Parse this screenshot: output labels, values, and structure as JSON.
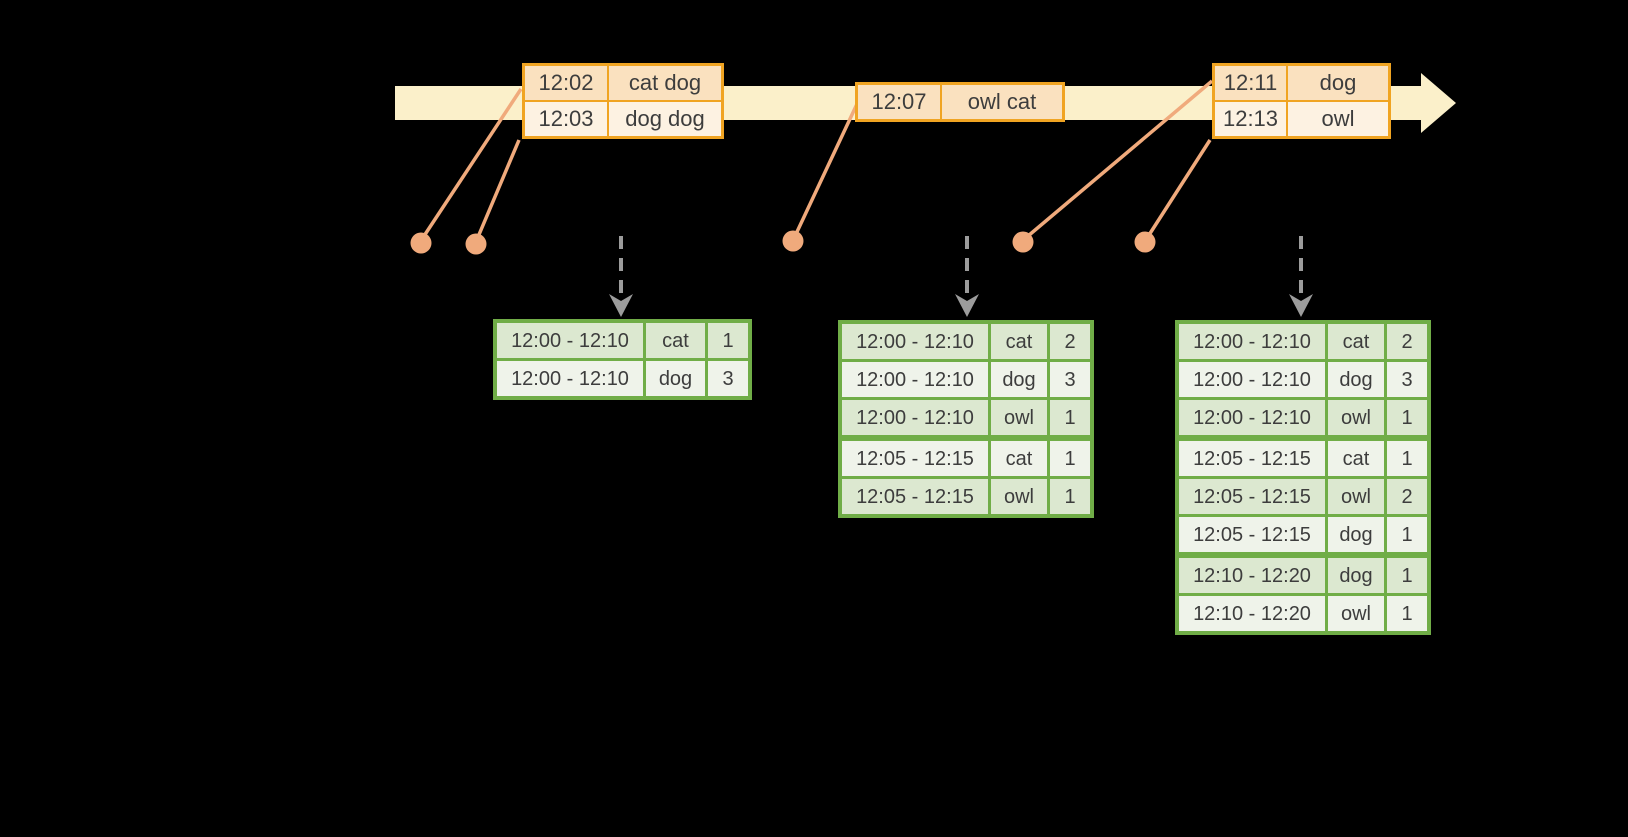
{
  "palette": {
    "background": "#000000",
    "timeline_fill": "#FBF0CA",
    "event_border": "#F0A422",
    "event_row_dark": "#FAE1BF",
    "event_row_light": "#FDF2E2",
    "marker_orange": "#F0AA7C",
    "result_border": "#70AD47",
    "result_row_dark": "#DCE8D0",
    "result_row_light": "#EFF3EA",
    "trigger_arrow_gray": "#9C9C9C",
    "text": "#3D3D3D"
  },
  "timeline": {
    "event_tables": [
      {
        "rows": [
          {
            "time": "12:02",
            "words": "cat dog"
          },
          {
            "time": "12:03",
            "words": "dog dog"
          }
        ]
      },
      {
        "rows": [
          {
            "time": "12:07",
            "words": "owl cat"
          }
        ]
      },
      {
        "rows": [
          {
            "time": "12:11",
            "words": "dog"
          },
          {
            "time": "12:13",
            "words": "owl"
          }
        ]
      }
    ]
  },
  "result_tables": [
    {
      "rows": [
        {
          "window": "12:00 - 12:10",
          "word": "cat",
          "count": "1"
        },
        {
          "window": "12:00 - 12:10",
          "word": "dog",
          "count": "3"
        }
      ]
    },
    {
      "rows": [
        {
          "window": "12:00 - 12:10",
          "word": "cat",
          "count": "2"
        },
        {
          "window": "12:00 - 12:10",
          "word": "dog",
          "count": "3"
        },
        {
          "window": "12:00 - 12:10",
          "word": "owl",
          "count": "1"
        },
        {
          "window": "12:05 - 12:15",
          "word": "cat",
          "count": "1",
          "group_start": true
        },
        {
          "window": "12:05 - 12:15",
          "word": "owl",
          "count": "1"
        }
      ]
    },
    {
      "rows": [
        {
          "window": "12:00 - 12:10",
          "word": "cat",
          "count": "2"
        },
        {
          "window": "12:00 - 12:10",
          "word": "dog",
          "count": "3"
        },
        {
          "window": "12:00 - 12:10",
          "word": "owl",
          "count": "1"
        },
        {
          "window": "12:05 - 12:15",
          "word": "cat",
          "count": "1",
          "group_start": true
        },
        {
          "window": "12:05 - 12:15",
          "word": "owl",
          "count": "2"
        },
        {
          "window": "12:05 - 12:15",
          "word": "dog",
          "count": "1"
        },
        {
          "window": "12:10 - 12:20",
          "word": "dog",
          "count": "1",
          "group_start": true
        },
        {
          "window": "12:10 - 12:20",
          "word": "owl",
          "count": "1"
        }
      ]
    }
  ]
}
